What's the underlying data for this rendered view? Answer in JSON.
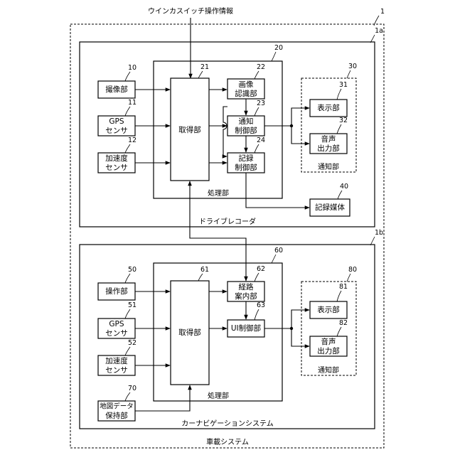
{
  "diagram": {
    "input_label": "ウインカスイッチ操作情報",
    "system": {
      "label": "車載システム",
      "ref": "1"
    },
    "drive_recorder": {
      "label": "ドライブレコーダ",
      "ref": "1a",
      "camera": {
        "label": "撮像部",
        "ref": "10"
      },
      "gps": {
        "line1": "GPS",
        "line2": "センサ",
        "ref": "11"
      },
      "accel": {
        "line1": "加速度",
        "line2": "センサ",
        "ref": "12"
      },
      "processing": {
        "label": "処理部",
        "ref": "20"
      },
      "acquisition": {
        "label": "取得部",
        "ref": "21"
      },
      "image_recognition": {
        "line1": "画像",
        "line2": "認識部",
        "ref": "22"
      },
      "notify_control": {
        "line1": "通知",
        "line2": "制御部",
        "ref": "23"
      },
      "record_control": {
        "line1": "記録",
        "line2": "制御部",
        "ref": "24"
      },
      "notification": {
        "label": "通知部",
        "ref": "30"
      },
      "display": {
        "label": "表示部",
        "ref": "31"
      },
      "audio": {
        "line1": "音声",
        "line2": "出力部",
        "ref": "32"
      },
      "storage_media": {
        "label": "記録媒体",
        "ref": "40"
      }
    },
    "car_navigation": {
      "label": "カーナビゲーションシステム",
      "ref": "1b",
      "operation": {
        "label": "操作部",
        "ref": "50"
      },
      "gps": {
        "line1": "GPS",
        "line2": "センサ",
        "ref": "51"
      },
      "accel": {
        "line1": "加速度",
        "line2": "センサ",
        "ref": "52"
      },
      "processing": {
        "label": "処理部",
        "ref": "60"
      },
      "acquisition": {
        "label": "取得部",
        "ref": "61"
      },
      "route_guidance": {
        "line1": "経路",
        "line2": "案内部",
        "ref": "62"
      },
      "ui_control": {
        "label": "UI制御部",
        "ref": "63"
      },
      "map_data": {
        "line1": "地図データ",
        "line2": "保持部",
        "ref": "70"
      },
      "notification": {
        "label": "通知部",
        "ref": "80"
      },
      "display": {
        "label": "表示部",
        "ref": "81"
      },
      "audio": {
        "line1": "音声",
        "line2": "出力部",
        "ref": "82"
      }
    }
  }
}
